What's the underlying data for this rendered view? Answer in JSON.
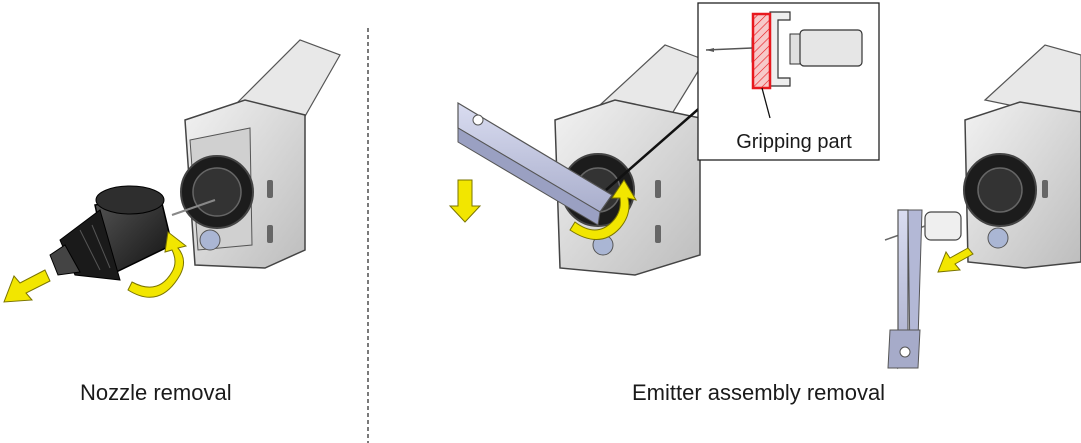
{
  "captions": {
    "left": "Nozzle removal",
    "right": "Emitter assembly removal"
  },
  "inset": {
    "label": "Gripping part"
  },
  "colors": {
    "arrow": "#f2e600",
    "arrow_outline": "#7a7400",
    "highlight": "#e8191e",
    "device_body": "#dcdcdc",
    "device_dark": "#2a2a2a",
    "tool": "#c4c8e4",
    "divider": "#333333"
  },
  "icons": {
    "pull_arrow": "arrow-icon",
    "rotate_arrow": "rotate-arrow-icon"
  }
}
